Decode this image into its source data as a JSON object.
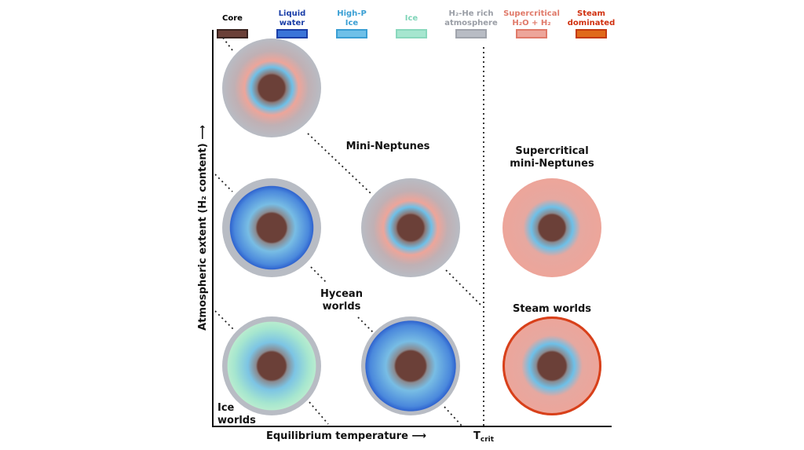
{
  "legend": [
    {
      "key": "core",
      "label": "Core",
      "label2": "",
      "color": "#6b4038",
      "border": "#3a2420",
      "text_color": "#111111"
    },
    {
      "key": "liquid-water",
      "label": "Liquid",
      "label2": "water",
      "color": "#3a74d8",
      "border": "#1b3fa8",
      "text_color": "#1b3fa8"
    },
    {
      "key": "high-p-ice",
      "label": "High-P",
      "label2": "Ice",
      "color": "#6ec0e8",
      "border": "#3a9fd4",
      "text_color": "#3a9fd4"
    },
    {
      "key": "ice",
      "label": "Ice",
      "label2": "",
      "color": "#a6e6cf",
      "border": "#8ad8bd",
      "text_color": "#7fd4b8"
    },
    {
      "key": "h2-he-atmosphere",
      "label": "H₂-He rich",
      "label2": "atmosphere",
      "color": "#b8bcc4",
      "border": "#a0a4ac",
      "text_color": "#9a9ea6"
    },
    {
      "key": "supercritical",
      "label": "Supercritical",
      "label2": "H₂O + H₂",
      "color": "#eda59a",
      "border": "#e07a6a",
      "text_color": "#e07a6a"
    },
    {
      "key": "steam",
      "label": "Steam",
      "label2": "dominated",
      "color": "#e06a1a",
      "border": "#c43a10",
      "text_color": "#d0300f"
    }
  ],
  "regions": {
    "mini_neptunes": [
      "Mini-Neptunes"
    ],
    "supercritical_mini_neptunes": [
      "Supercritical",
      "mini-Neptunes"
    ],
    "hycean_worlds": [
      "Hycean",
      "worlds"
    ],
    "steam_worlds": [
      "Steam worlds"
    ],
    "ice_worlds": [
      "Ice",
      "worlds"
    ]
  },
  "axes": {
    "y_label": "Atmospheric extent (H₂ content) ⟶",
    "x_label": "Equilibrium temperature ⟶",
    "t_crit": "T",
    "t_crit_sub": "crit"
  },
  "planets": [
    {
      "name": "mini-neptune-cold",
      "type": "mini-neptune"
    },
    {
      "name": "hycean-large-atmosphere",
      "type": "hycean-thick"
    },
    {
      "name": "mini-neptune-warm",
      "type": "mini-neptune"
    },
    {
      "name": "supercritical-mini-neptune",
      "type": "supercritical"
    },
    {
      "name": "ice-world",
      "type": "ice-world"
    },
    {
      "name": "hycean-world",
      "type": "hycean"
    },
    {
      "name": "steam-world",
      "type": "steam"
    }
  ]
}
